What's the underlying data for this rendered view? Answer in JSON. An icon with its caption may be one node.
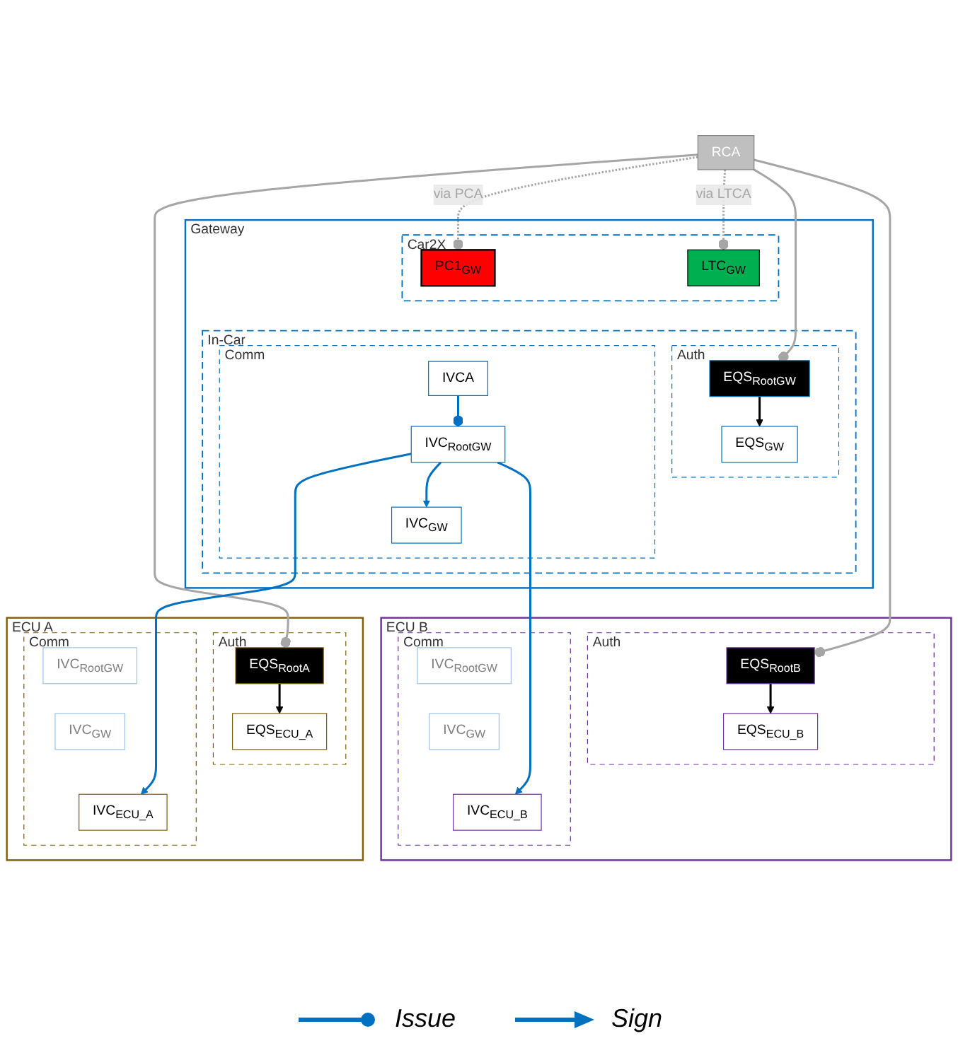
{
  "diagram": {
    "nodes": [
      {
        "text": [
          "RCA"
        ]
      },
      {
        "text": [
          "Gateway"
        ]
      },
      {
        "text": [
          "Car2X"
        ],
        "in": 1
      },
      {
        "text": [
          "LTC$_{GW}$"
        ],
        "in": 2
      },
      {
        "text": [
          "PC1$_{GW}$"
        ],
        "in": 2
      },
      {
        "text": [
          "In-Car"
        ],
        "in": 1
      },
      {
        "text": [
          "Auth"
        ],
        "in": 5
      },
      {
        "text": [
          "EQS$_{RootGW}$"
        ],
        "in": 6
      },
      {
        "text": [
          "EQS$_{GW}$"
        ],
        "in": 6
      },
      {
        "text": [
          "Comm"
        ],
        "in": 5
      },
      {
        "text": [
          "IVCA"
        ],
        "in": 9
      },
      {
        "text": [
          "IVC$_{RootGW}$"
        ],
        "in": 9
      },
      {
        "text": [
          "IVC$_{GW}$"
        ],
        "in": 9
      },
      {
        "text": [
          "ECU A"
        ]
      },
      {
        "text": [
          "Auth"
        ],
        "in": 13
      },
      {
        "text": [
          "EQS$_{RootA}$"
        ],
        "in": 14
      },
      {
        "text": [
          "EQS$_{ECU_A}$"
        ],
        "in": 14
      },
      {
        "text": [
          "Comm"
        ],
        "in": 13
      },
      {
        "text": [
          "IVC$_{RootGW}$"
        ],
        "in": 17
      },
      {
        "text": [
          "IVC$_{GW}$"
        ],
        "in": 17
      },
      {
        "text": [
          "IVC$_{ECU_A}$"
        ],
        "in": 17
      },
      {
        "text": [
          "ECU B"
        ]
      },
      {
        "text": [
          "Auth"
        ],
        "in": 21
      },
      {
        "text": [
          "EQS$_{RootB}$"
        ],
        "in": 22
      },
      {
        "text": [
          "EQS$_{ECU_B}$"
        ],
        "in": 22
      },
      {
        "text": [
          "Comm"
        ],
        "in": 21
      },
      {
        "text": [
          "IVC$_{RootGW}$"
        ],
        "in": 25
      },
      {
        "text": [
          "IVC$_{GW}$"
        ],
        "in": 25
      },
      {
        "text": [
          "IVC$_{ECU_B}$"
        ],
        "in": 25
      }
    ],
    "edges": [
      {
        "from": 0,
        "to": 4,
        "arrow": "other",
        "label": "via PCA",
        "style": "dashed"
      },
      {
        "from": 0,
        "to": 3,
        "arrow": "other",
        "label": "via LTCA",
        "style": "dashed"
      },
      {
        "from": 0,
        "to": 7,
        "arrow": "other"
      },
      {
        "from": 0,
        "to": 15,
        "arrow": "other"
      },
      {
        "from": 0,
        "to": 23,
        "arrow": "other"
      },
      {
        "from": 7,
        "to": 8,
        "arrow": "to",
        "color": "#000000"
      },
      {
        "from": 10,
        "to": 11,
        "arrow": "other",
        "color": "#0070c0"
      },
      {
        "from": 11,
        "to": 12,
        "arrow": "to",
        "color": "#0070c0"
      },
      {
        "from": 11,
        "to": 20,
        "arrow": "to",
        "color": "#0070c0"
      },
      {
        "from": 11,
        "to": 28,
        "arrow": "to",
        "color": "#0070c0"
      },
      {
        "from": 15,
        "to": 16,
        "arrow": "to",
        "color": "#000000"
      },
      {
        "from": 23,
        "to": 24,
        "arrow": "to",
        "color": "#000000"
      }
    ],
    "legend": [
      {
        "text": "Issue"
      },
      {
        "text": "Sign"
      }
    ]
  }
}
